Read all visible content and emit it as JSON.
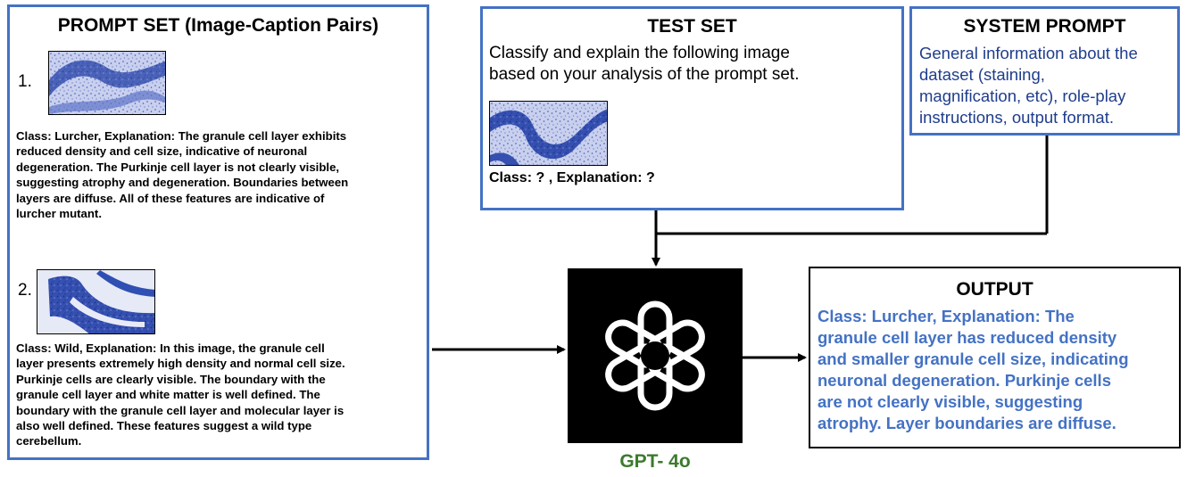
{
  "prompt_set": {
    "title": "PROMPT SET (Image-Caption Pairs)",
    "items": [
      {
        "number": "1.",
        "caption_lines": [
          "Class: Lurcher, Explanation: The granule cell layer exhibits",
          "reduced density and cell size, indicative of neuronal",
          "degeneration. The Purkinje cell layer is not clearly visible,",
          "suggesting atrophy and degeneration. Boundaries between",
          "layers are diffuse. All of these features are indicative of",
          "lurcher mutant."
        ]
      },
      {
        "number": "2.",
        "caption_lines": [
          "Class: Wild, Explanation: In this image, the granule cell",
          "layer presents extremely high density and normal cell size.",
          "Purkinje cells are clearly visible. The boundary with the",
          "granule cell layer and white matter is well defined. The",
          "boundary with the granule cell layer and molecular layer is",
          "also well defined. These features suggest a wild type",
          "cerebellum."
        ]
      }
    ]
  },
  "test_set": {
    "title": "TEST SET",
    "body_lines": [
      "Classify and explain the following image",
      "based on your analysis of the prompt set."
    ],
    "query": "Class: ?  , Explanation: ?"
  },
  "system_prompt": {
    "title": "SYSTEM PROMPT",
    "body_lines": [
      "General information about the",
      "dataset (staining,",
      "magnification, etc), role-play",
      "instructions, output format."
    ]
  },
  "model": {
    "label": "GPT- 4o",
    "icon": "openai-logo-icon"
  },
  "output": {
    "title": "OUTPUT",
    "body_lines": [
      "Class: Lurcher, Explanation: The",
      "granule cell layer has reduced density",
      "and smaller granule cell size, indicating",
      "neuronal degeneration. Purkinje cells",
      "are not clearly visible, suggesting",
      "atrophy. Layer boundaries are diffuse."
    ]
  },
  "colors": {
    "box_border": "#4472c4",
    "system_text": "#1f3d8c",
    "output_text": "#4472c4",
    "model_label": "#3c7a2e",
    "stain_blue": "#2f4fb3"
  }
}
